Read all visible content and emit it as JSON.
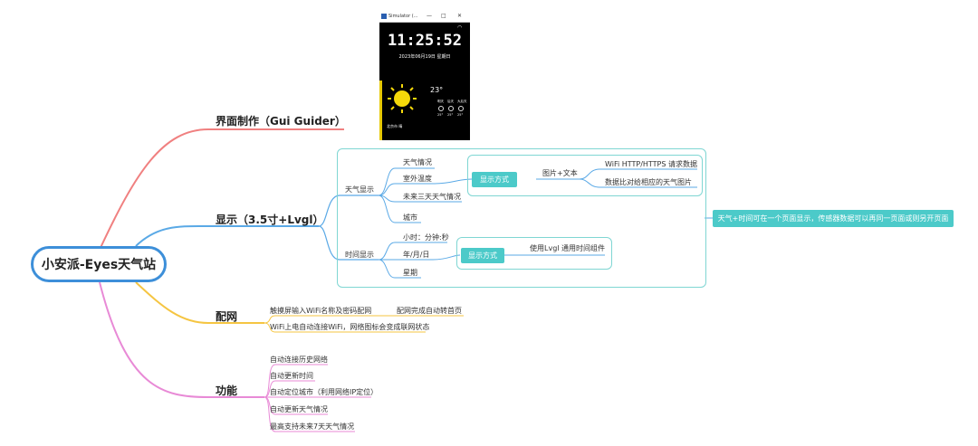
{
  "root": {
    "label": "小安派-Eyes天气站"
  },
  "branches": {
    "ui": "界面制作（Gui Guider）",
    "display": "显示（3.5寸+Lvgl）",
    "network": "配网",
    "features": "功能"
  },
  "display": {
    "weather": {
      "label": "天气显示",
      "items": [
        "天气情况",
        "室外温度",
        "未来三天天气情况"
      ],
      "city": "城市",
      "mode_label": "显示方式",
      "mode_sub": "图片+文本",
      "mode_details": [
        "WiFi HTTP/HTTPS 请求数据",
        "数据比对给相应的天气图片"
      ]
    },
    "time": {
      "label": "时间显示",
      "items": [
        "小时：分钟:秒",
        "年/月/日",
        "星期"
      ],
      "mode_label": "显示方式",
      "mode_detail": "使用Lvgl 通用时间组件"
    },
    "note": "天气+时间可在一个页面显示，传感器数据可以再同一页面或则另开页面"
  },
  "network": {
    "items": [
      "触摸屏输入WiFi名称及密码配网",
      "WiFi上电自动连接WiFi，网络图标会变成联网状态"
    ],
    "sub": "配网完成自动转首页"
  },
  "features": {
    "items": [
      "自动连接历史网络",
      "自动更新时间",
      "自动定位城市（利用网络IP定位）",
      "自动更新天气情况",
      "最高支持未来7天天气情况"
    ]
  },
  "phone": {
    "window_title": "Simulator (...",
    "time": "11:25:52",
    "date": "2023年06月19日   星期日",
    "temp": "23°",
    "city": "北京市  晴",
    "forecast_days": [
      "明天",
      "后天",
      "大后天"
    ],
    "forecast_temps": [
      "25°",
      "25°",
      "25°"
    ],
    "controls": [
      "—",
      "□",
      "✕"
    ]
  },
  "colors": {
    "ui_branch": "#f08080",
    "display_branch": "#5aa9e6",
    "network_branch": "#f5c542",
    "features_branch": "#e88ad6",
    "teal": "#4ccac9",
    "root_border": "#3d8fd9"
  }
}
